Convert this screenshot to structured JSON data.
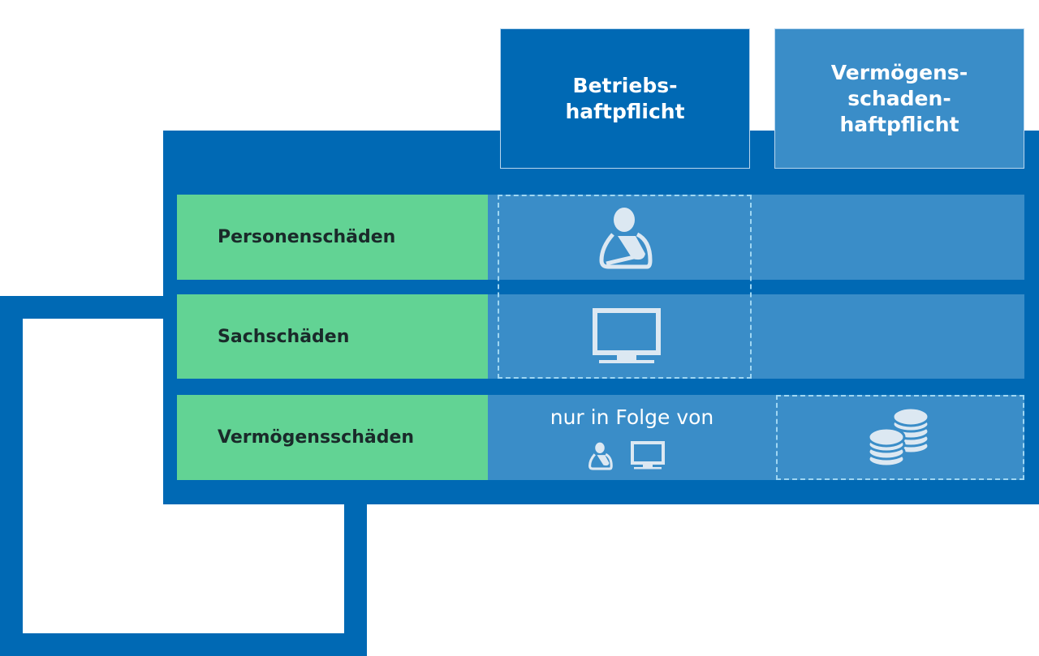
{
  "columns": [
    {
      "label": "Betriebs-\nhaftpflicht"
    },
    {
      "label": "Vermögens-\nschaden-\nhaftpflicht"
    }
  ],
  "rows": [
    {
      "label": "Personenschäden",
      "icon": "injured-person-icon"
    },
    {
      "label": "Sachschäden",
      "icon": "monitor-icon"
    },
    {
      "label": "Vermögensschäden",
      "note": "nur in Folge von",
      "icon": "coins-icon"
    }
  ],
  "colors": {
    "dark_blue": "#0069B4",
    "cell_blue": "#3A8DC8",
    "green": "#62D394",
    "icon": "#DCE8F2"
  }
}
